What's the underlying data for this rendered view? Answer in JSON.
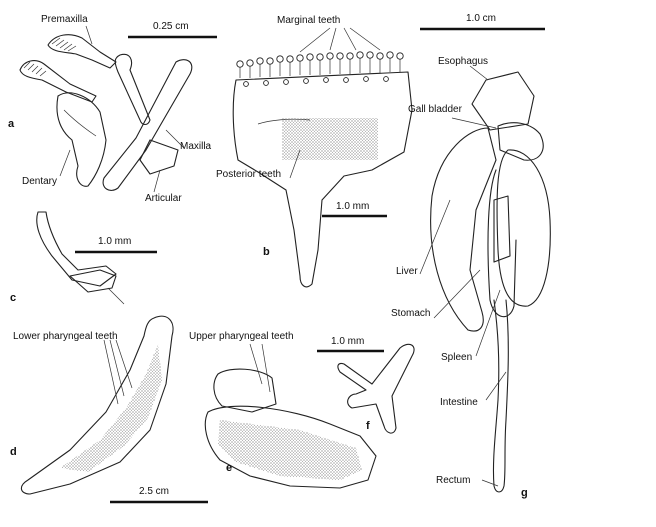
{
  "labels": {
    "premaxilla": "Premaxilla",
    "maxilla": "Maxilla",
    "dentary": "Dentary",
    "articular": "Articular",
    "marginal_teeth": "Marginal teeth",
    "posterior_teeth": "Posterior teeth",
    "esophagus": "Esophagus",
    "gall_bladder": "Gall bladder",
    "liver": "Liver",
    "stomach": "Stomach",
    "spleen": "Spleen",
    "intestine": "Intestine",
    "rectum": "Rectum",
    "lower_pharyngeal_teeth": "Lower pharyngeal teeth",
    "upper_pharyngeal_teeth": "Upper pharyngeal teeth"
  },
  "scale_bars": {
    "a": "0.25 cm",
    "b": "1.0 mm",
    "c": "1.0 mm",
    "f": "1.0 mm",
    "g": "1.0 cm",
    "d": "2.5 cm"
  },
  "panels": {
    "a": "a",
    "b": "b",
    "c": "c",
    "d": "d",
    "e": "e",
    "f": "f",
    "g": "g"
  }
}
